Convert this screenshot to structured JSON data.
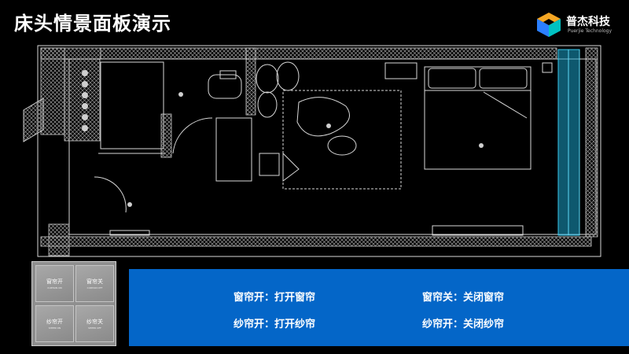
{
  "header": {
    "title": "床头情景面板演示"
  },
  "logo": {
    "name": "普杰科技",
    "subtitle": "Puerjie Technology",
    "colors": [
      "#f5a623",
      "#2b7fff",
      "#00c2c2"
    ]
  },
  "panel": {
    "buttons": [
      {
        "label": "窗帘开",
        "sublabel": "CURTAIN ON"
      },
      {
        "label": "窗帘关",
        "sublabel": "CURTAIN OFF"
      },
      {
        "label": "纱帘开",
        "sublabel": "SHEER ON"
      },
      {
        "label": "纱帘关",
        "sublabel": "SHEER OFF"
      }
    ]
  },
  "info": {
    "items": [
      "窗帘开：打开窗帘",
      "窗帘关：关闭窗帘",
      "纱帘开：打开纱帘",
      "纱帘开：关闭纱帘"
    ]
  },
  "colors": {
    "background": "#000000",
    "info_panel": "#0466c8",
    "window_highlight": "#1aa0c8"
  }
}
